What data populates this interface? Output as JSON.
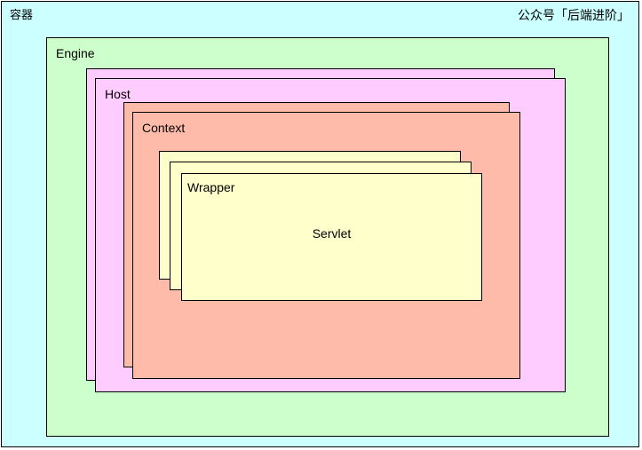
{
  "diagram": {
    "title": "容器",
    "watermark": "公众号「后端进阶」",
    "colors": {
      "container_bg": "#ccffff",
      "engine_bg": "#ccffcc",
      "host_bg": "#ffccff",
      "context_bg": "#ffbbaa",
      "wrapper_bg": "#ffffcc",
      "stroke": "#000000"
    },
    "nodes": {
      "engine": {
        "label": "Engine",
        "stack_count": 1
      },
      "host": {
        "label": "Host",
        "stack_count": 2
      },
      "context": {
        "label": "Context",
        "stack_count": 2
      },
      "wrapper": {
        "label": "Wrapper",
        "stack_count": 3
      },
      "servlet": {
        "label": "Servlet"
      }
    }
  }
}
